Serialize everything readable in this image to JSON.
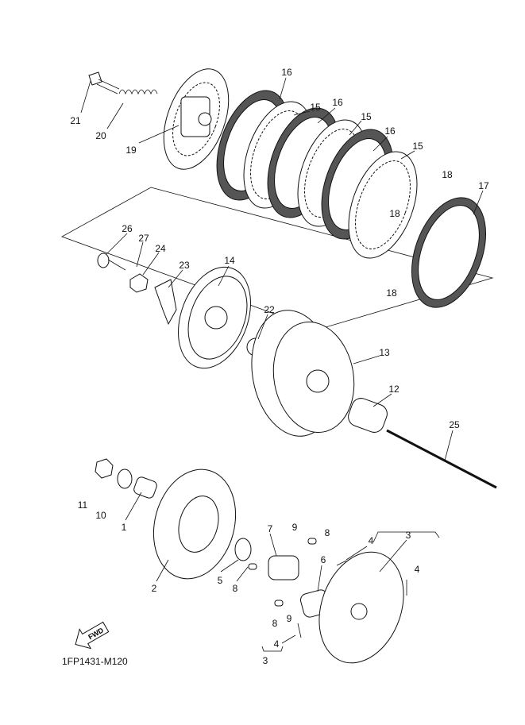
{
  "diagram_code": "1FP1431-M120",
  "fwd_label": "FWD",
  "callouts": [
    "21",
    "20",
    "19",
    "16",
    "15",
    "16",
    "15",
    "16",
    "15",
    "18",
    "17",
    "18",
    "18",
    "26",
    "27",
    "24",
    "23",
    "14",
    "22",
    "13",
    "12",
    "25",
    "11",
    "10",
    "1",
    "2",
    "5",
    "7",
    "9",
    "8",
    "3",
    "4",
    "4",
    "6",
    "8",
    "8",
    "9",
    "4",
    "3"
  ]
}
